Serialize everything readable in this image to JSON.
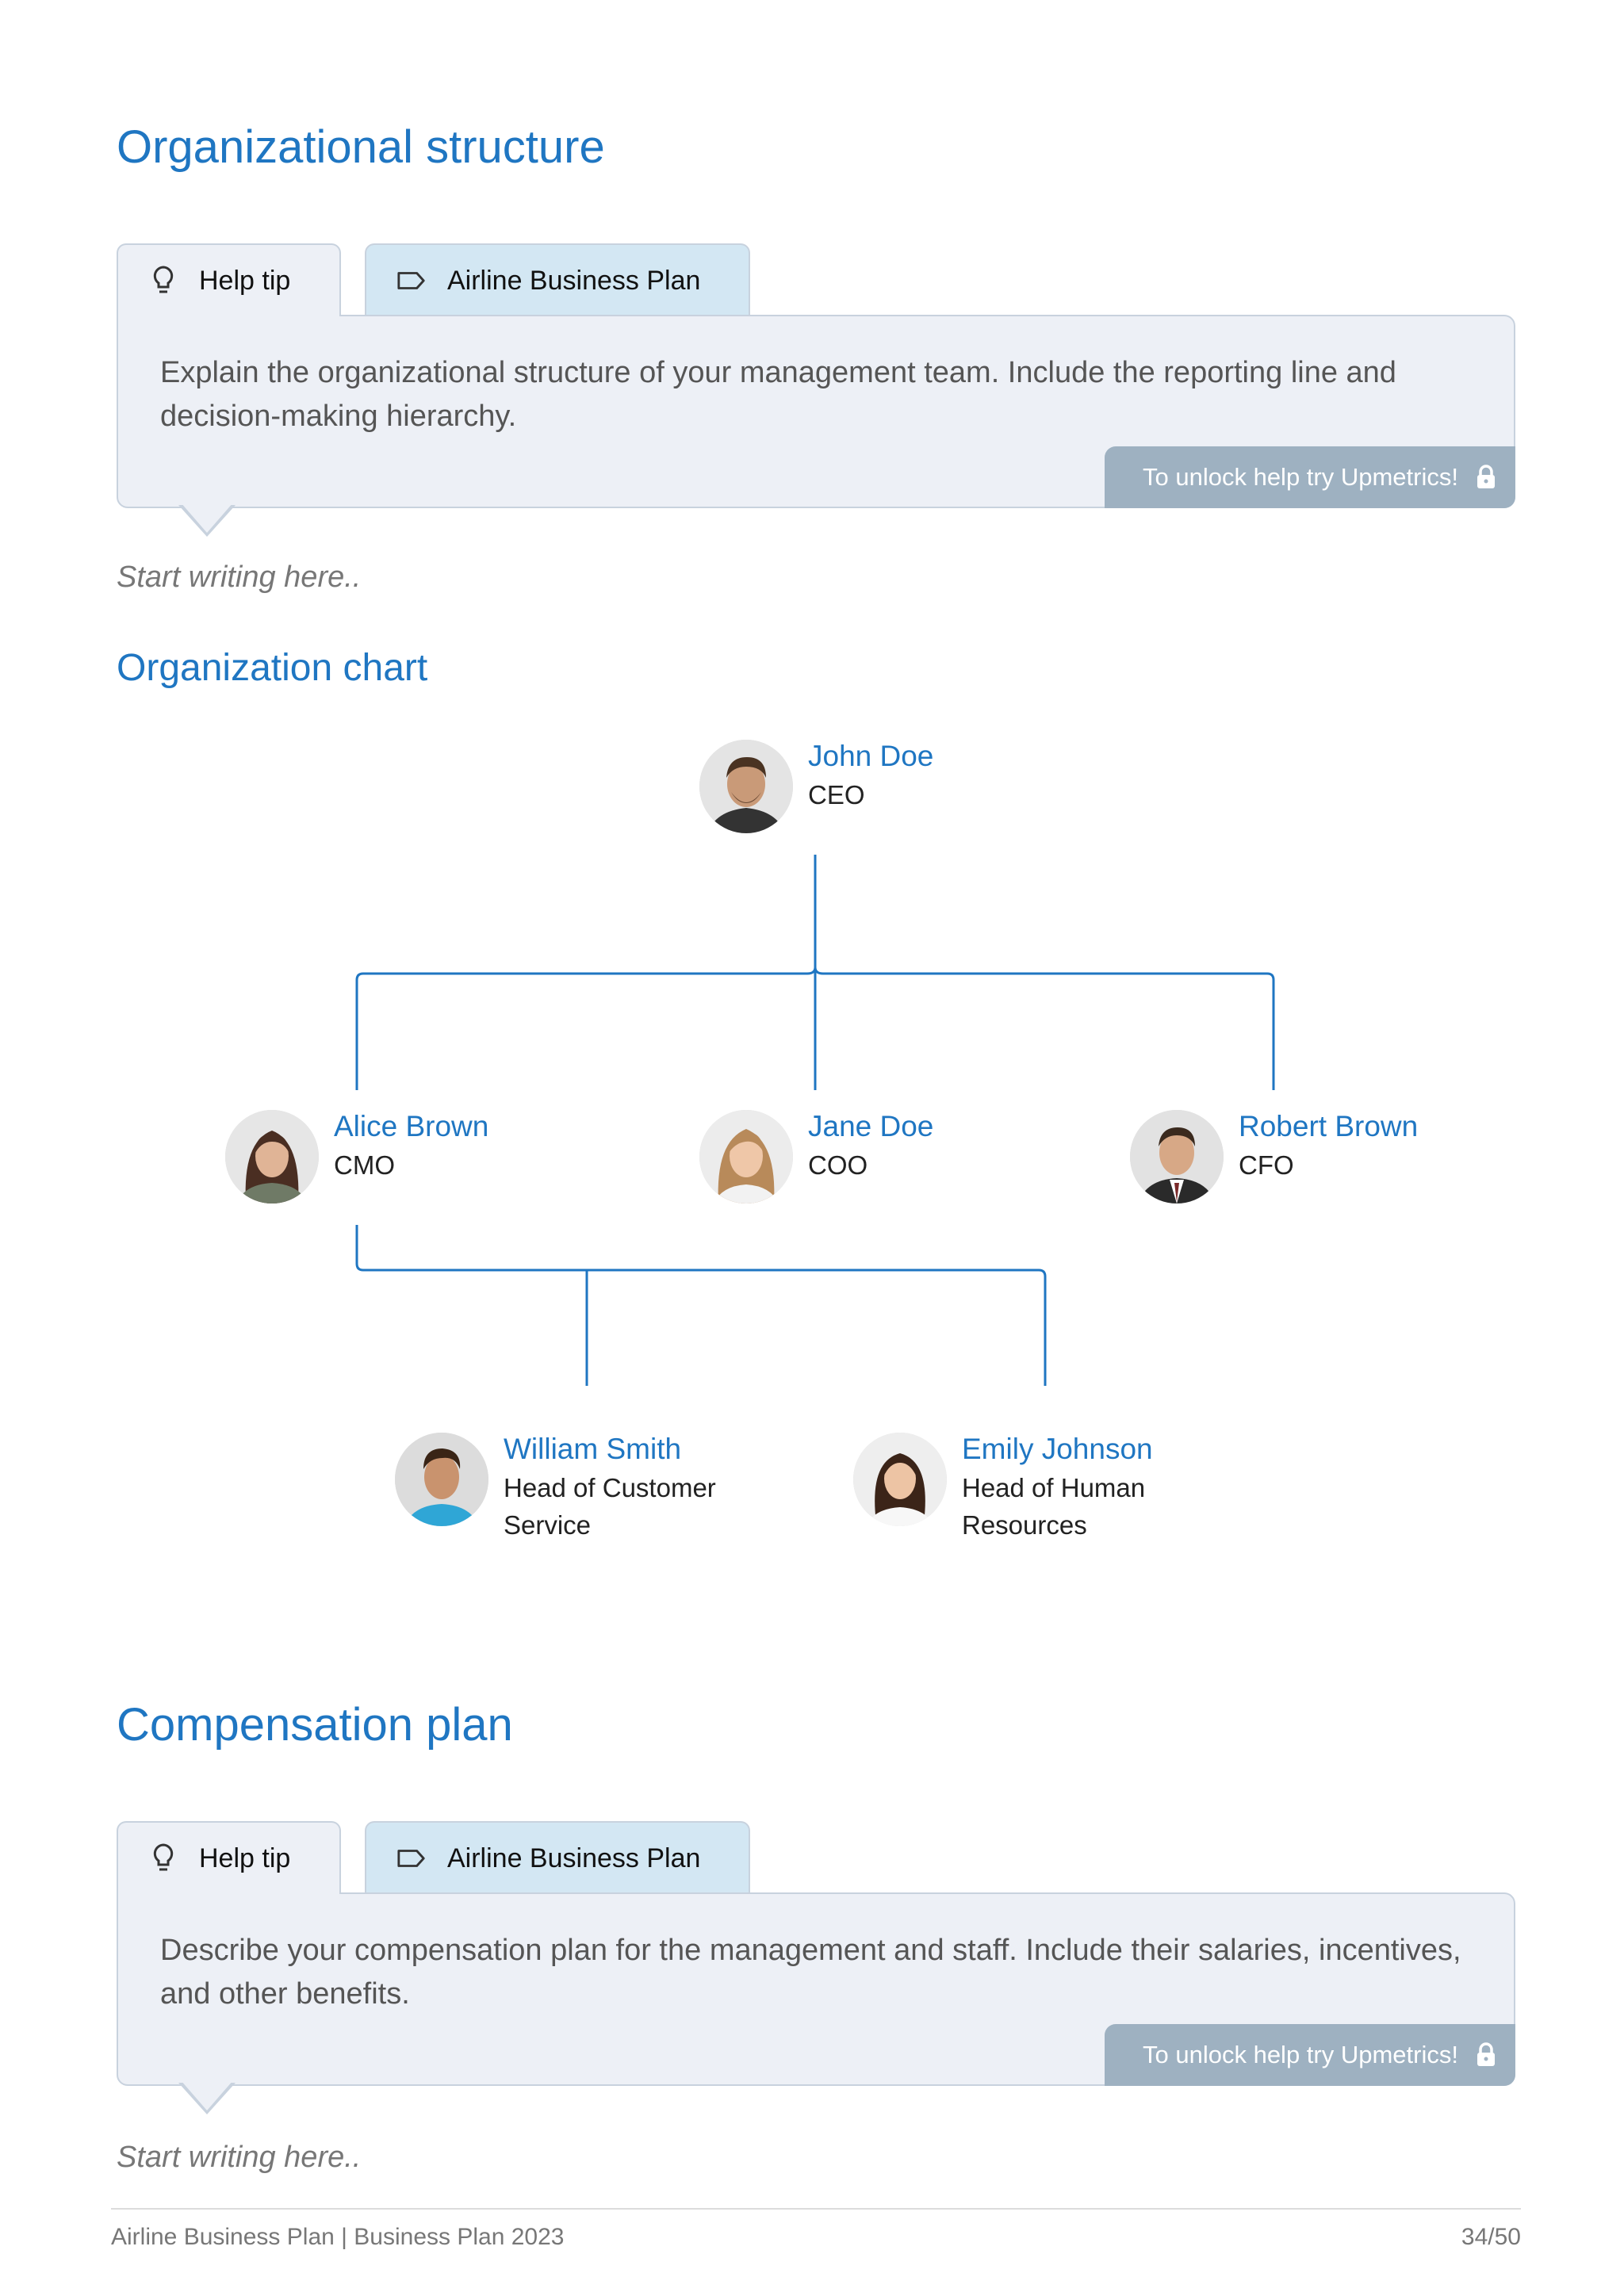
{
  "section1": {
    "title": "Organizational structure",
    "tip": {
      "help_tab": "Help tip",
      "plan_tab": "Airline Business Plan",
      "text": "Explain the organizational structure of your management team. Include the reporting line and decision-making hierarchy.",
      "unlock": "To unlock help try Upmetrics!"
    },
    "placeholder": "Start writing here.."
  },
  "org_chart": {
    "title": "Organization chart",
    "people": [
      {
        "name": "John Doe",
        "role": "CEO"
      },
      {
        "name": "Alice Brown",
        "role": "CMO"
      },
      {
        "name": "Jane Doe",
        "role": "COO"
      },
      {
        "name": "Robert Brown",
        "role": "CFO"
      },
      {
        "name": "William Smith",
        "role": "Head of Customer Service"
      },
      {
        "name": "Emily Johnson",
        "role": "Head of Human Resources"
      }
    ],
    "line_color": "#1f76c2"
  },
  "section2": {
    "title": "Compensation plan",
    "tip": {
      "help_tab": "Help tip",
      "plan_tab": "Airline Business Plan",
      "text": "Describe your compensation plan for the management and staff. Include their salaries, incentives, and other benefits.",
      "unlock": "To unlock help try Upmetrics!"
    },
    "placeholder": "Start writing here.."
  },
  "footer": {
    "left": "Airline Business Plan | Business Plan 2023",
    "page": "34/50"
  },
  "colors": {
    "accent": "#1f76c2",
    "tip_bg": "#edf0f6",
    "plan_tab_bg": "#d3e7f3",
    "unlock_bg": "#9eb1c1"
  }
}
